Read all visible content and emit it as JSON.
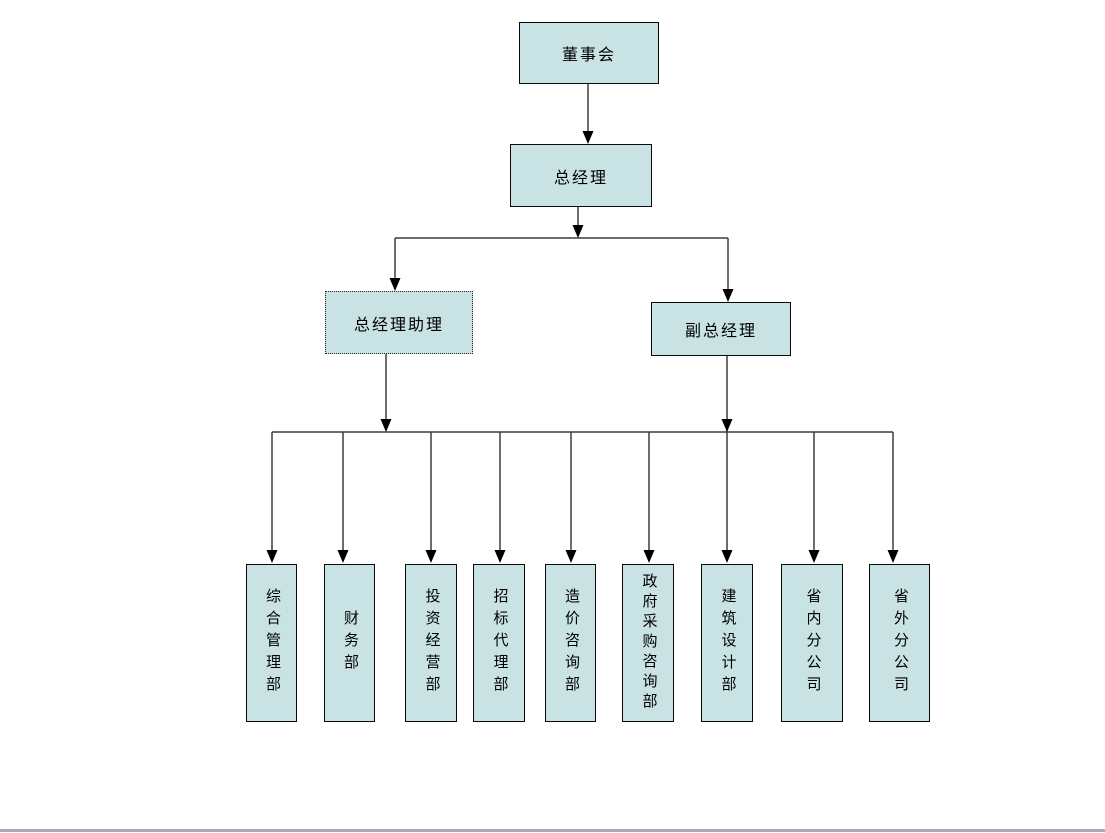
{
  "diagram": {
    "type": "org-chart",
    "nodes": {
      "board": {
        "label": "董事会"
      },
      "general_manager": {
        "label": "总经理"
      },
      "gm_assistant": {
        "label": "总经理助理",
        "border_style": "dotted"
      },
      "deputy_gm": {
        "label": "副总经理"
      },
      "departments": [
        {
          "label": "综合管理部"
        },
        {
          "label": "财务部"
        },
        {
          "label": "投资经营部"
        },
        {
          "label": "招标代理部"
        },
        {
          "label": "造价咨询部"
        },
        {
          "label": "政府采购咨询部"
        },
        {
          "label": "建筑设计部"
        },
        {
          "label": "省内分公司"
        },
        {
          "label": "省外分公司"
        }
      ]
    },
    "edges": [
      {
        "from": "董事会",
        "to": "总经理"
      },
      {
        "from": "总经理",
        "to": "总经理助理"
      },
      {
        "from": "总经理",
        "to": "副总经理"
      },
      {
        "from": "总经理助理",
        "to": "departments-bus"
      },
      {
        "from": "副总经理",
        "to": "departments-bus"
      },
      {
        "from": "departments-bus",
        "to": "综合管理部, 财务部, 投资经营部, 招标代理部, 造价咨询部, 政府采购咨询部, 建筑设计部, 省内分公司, 省外分公司"
      }
    ],
    "colors": {
      "node_fill": "#c9e3e5",
      "node_border": "#0a0a0a",
      "connector_line": "#3d3d3d",
      "arrowhead": "#000000",
      "bottom_bar": "#a8aab5",
      "background": "#ffffff"
    }
  }
}
